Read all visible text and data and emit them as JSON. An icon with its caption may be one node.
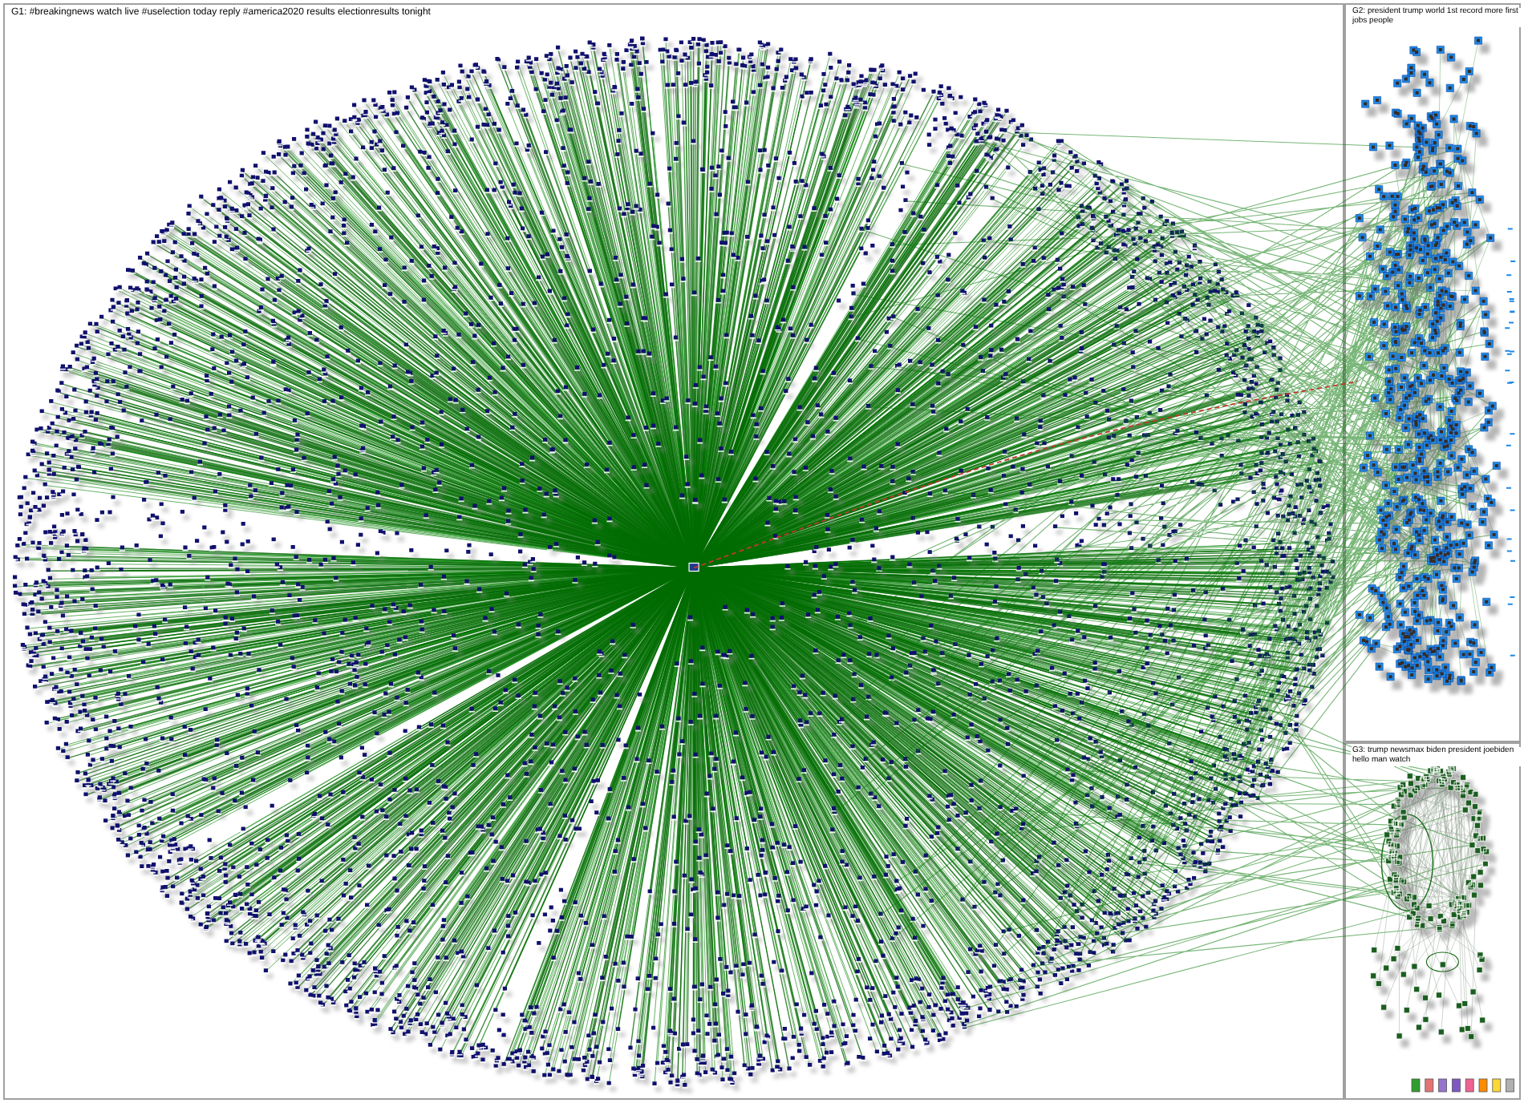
{
  "diagram": {
    "nodes": [
      {
        "text": [
          "G1: #breakingnews watch live #uselection today reply #america2020 results electionresults tonight"
        ]
      },
      {
        "text": [
          "G2: president trump world 1st record more first jobs people"
        ]
      },
      {
        "text": [
          "G3: trump newsmax biden president joebiden hello man watch"
        ]
      }
    ],
    "edges": [
      {
        "from": 0,
        "to": 1,
        "arrow": "none"
      },
      {
        "from": 0,
        "to": 2,
        "arrow": "none"
      },
      {
        "from": 0,
        "to": 1,
        "arrow": "none",
        "style": "dashed",
        "color": "#c0392b"
      }
    ]
  }
}
